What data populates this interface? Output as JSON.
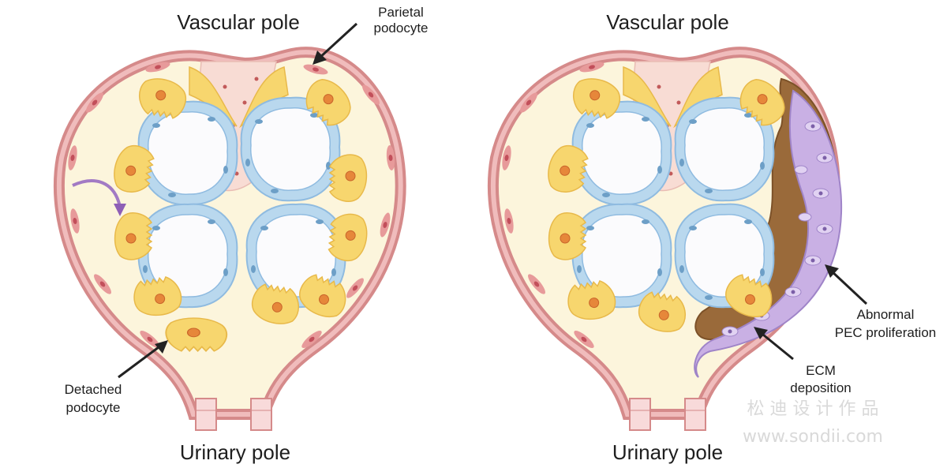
{
  "left_panel": {
    "title_top": "Vascular pole",
    "title_bottom": "Urinary pole",
    "annotations": {
      "parietal_podocyte": [
        "Parietal",
        "podocyte"
      ],
      "detached_podocyte": [
        "Detached",
        "podocyte"
      ]
    }
  },
  "right_panel": {
    "title_top": "Vascular pole",
    "title_bottom": "Urinary pole",
    "annotations": {
      "abnormal_pec": [
        "Abnormal",
        "PEC proliferation"
      ],
      "ecm_deposition": [
        "ECM",
        "deposition"
      ]
    }
  },
  "watermark": {
    "chinese": "松 迪 设 计 作 品",
    "url": "www.sondii.com"
  },
  "colors": {
    "capsule_red": "#d98c8c",
    "capsule_fill": "#fcf5dc",
    "capillary_blue": "#a9cde8",
    "podocyte_yellow": "#f6d36a",
    "mesangium_pink": "#f7d6d0",
    "ecm_brown": "#9a6a3a",
    "pec_purple": "#c6aee2"
  }
}
